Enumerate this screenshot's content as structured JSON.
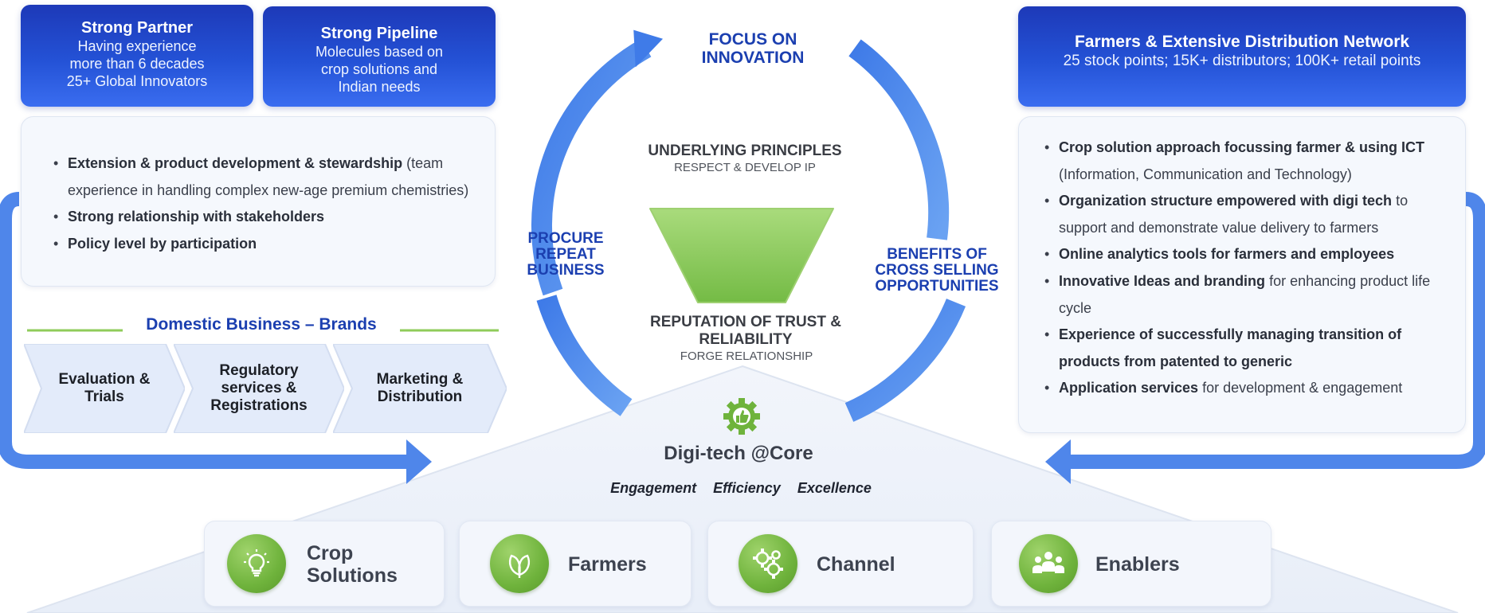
{
  "top_left": {
    "partner": {
      "title": "Strong Partner",
      "lines": [
        "Having experience",
        "more than 6 decades",
        "25+ Global Innovators"
      ]
    },
    "pipeline": {
      "title": "Strong Pipeline",
      "lines": [
        "Molecules based on",
        "crop solutions and",
        "Indian needs"
      ]
    }
  },
  "left_panel": {
    "items": [
      {
        "bold": "Extension & product development & stewardship",
        "rest": " (team experience in handling complex new-age premium chemistries)"
      },
      {
        "bold": "Strong relationship with stakeholders",
        "rest": ""
      },
      {
        "bold": "Policy level by participation",
        "rest": ""
      }
    ]
  },
  "domestic": {
    "title": "Domestic Business – Brands",
    "steps": [
      "Evaluation & Trials",
      "Regulatory services & Registrations",
      "Marketing & Distribution"
    ]
  },
  "cycle": {
    "top": "FOCUS ON INNOVATION",
    "left": "PROCURE REPEAT BUSINESS",
    "right": "BENEFITS OF CROSS SELLING OPPORTUNITIES",
    "principles_title": "UNDERLYING PRINCIPLES",
    "principles_sub": "RESPECT & DEVELOP IP",
    "reputation_title": "REPUTATION OF TRUST & RELIABILITY",
    "reputation_sub": "FORGE RELATIONSHIP"
  },
  "core": {
    "title": "Digi-tech @Core",
    "pillars": [
      "Engagement",
      "Efficiency",
      "Excellence"
    ]
  },
  "right_header": {
    "title": "Farmers & Extensive Distribution Network",
    "sub": "25 stock points;  15K+ distributors;  100K+ retail points"
  },
  "right_panel": {
    "items": [
      {
        "bold": "Crop solution approach focussing farmer & using ICT",
        "rest": " (Information, Communication and Technology)"
      },
      {
        "bold": "Organization structure empowered with digi tech",
        "rest": " to support and demonstrate value delivery to farmers"
      },
      {
        "bold": "Online analytics tools for farmers and employees",
        "rest": ""
      },
      {
        "bold": "Innovative Ideas and branding",
        "rest": " for enhancing product life cycle"
      },
      {
        "bold": "Experience of successfully managing transition of products from patented to generic",
        "rest": ""
      },
      {
        "bold": "Application services",
        "rest": " for development & engagement"
      }
    ]
  },
  "bottom_cards": [
    {
      "label": "Crop Solutions",
      "icon": "lightbulb-icon"
    },
    {
      "label": "Farmers",
      "icon": "leaf-icon"
    },
    {
      "label": "Channel",
      "icon": "gears-icon"
    },
    {
      "label": "Enablers",
      "icon": "people-icon"
    }
  ],
  "colors": {
    "blue": "#2452d6",
    "arrow": "#4a86ec",
    "green": "#6fb33c",
    "label_blue": "#1b3fb0"
  }
}
